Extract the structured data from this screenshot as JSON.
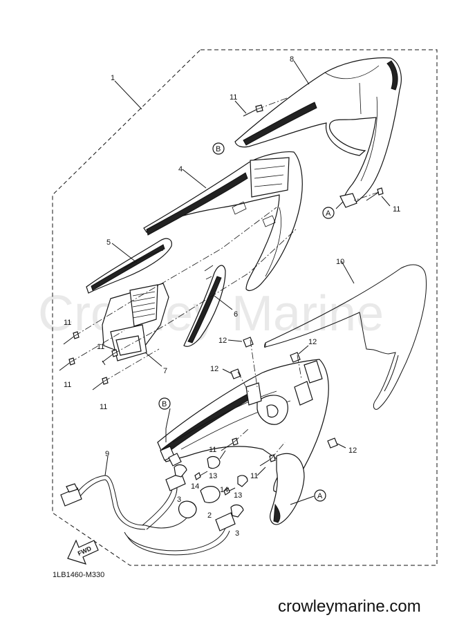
{
  "watermark": "Crowley Marine",
  "site_url": "crowleymarine.com",
  "drawing_code": "1LB1460-M330",
  "fwd_label": "FWD",
  "callouts": [
    {
      "id": "c1",
      "text": "1"
    },
    {
      "id": "c8",
      "text": "8"
    },
    {
      "id": "c11a",
      "text": "11"
    },
    {
      "id": "cB1",
      "text": "B"
    },
    {
      "id": "c4",
      "text": "4"
    },
    {
      "id": "cA1",
      "text": "A"
    },
    {
      "id": "c11b",
      "text": "11"
    },
    {
      "id": "c5",
      "text": "5"
    },
    {
      "id": "c10",
      "text": "10"
    },
    {
      "id": "c6",
      "text": "6"
    },
    {
      "id": "c11c",
      "text": "11"
    },
    {
      "id": "c11d",
      "text": "11"
    },
    {
      "id": "c7",
      "text": "7"
    },
    {
      "id": "c11e",
      "text": "11"
    },
    {
      "id": "c11f",
      "text": "11"
    },
    {
      "id": "c12a",
      "text": "12"
    },
    {
      "id": "c12b",
      "text": "12"
    },
    {
      "id": "c12c",
      "text": "12"
    },
    {
      "id": "cB2",
      "text": "B"
    },
    {
      "id": "c9",
      "text": "9"
    },
    {
      "id": "c11g",
      "text": "11"
    },
    {
      "id": "c12d",
      "text": "12"
    },
    {
      "id": "c11h",
      "text": "11"
    },
    {
      "id": "c13a",
      "text": "13"
    },
    {
      "id": "c14a",
      "text": "14"
    },
    {
      "id": "c3a",
      "text": "3"
    },
    {
      "id": "c13b",
      "text": "13"
    },
    {
      "id": "c14b",
      "text": "14"
    },
    {
      "id": "c2",
      "text": "2"
    },
    {
      "id": "cA2",
      "text": "A"
    },
    {
      "id": "c3b",
      "text": "3"
    }
  ]
}
